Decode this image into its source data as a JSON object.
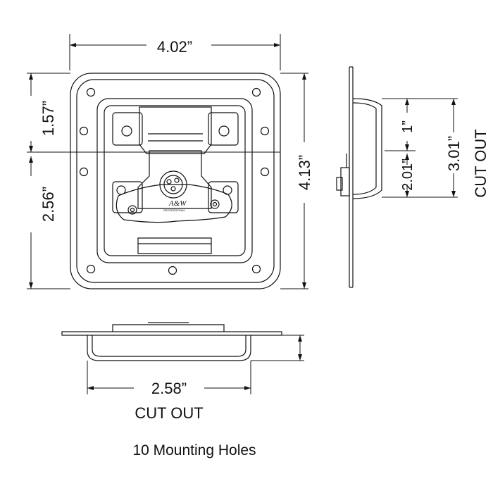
{
  "dimensions": {
    "width": "4.02”",
    "height": "4.13”",
    "top_offset": "1.57”",
    "bottom_offset": "2.56”",
    "side_upper": "1”",
    "side_lower": "2.01”",
    "side_cutout": "3.01”",
    "bottom_cutout": "2.58”"
  },
  "labels": {
    "cut_out_side": "CUT OUT",
    "cut_out_bottom": "CUT OUT",
    "mounting_holes": "10 Mounting Holes",
    "logo_text": "PROFESSIONAL"
  },
  "colors": {
    "line": "#111111",
    "background": "#ffffff"
  }
}
